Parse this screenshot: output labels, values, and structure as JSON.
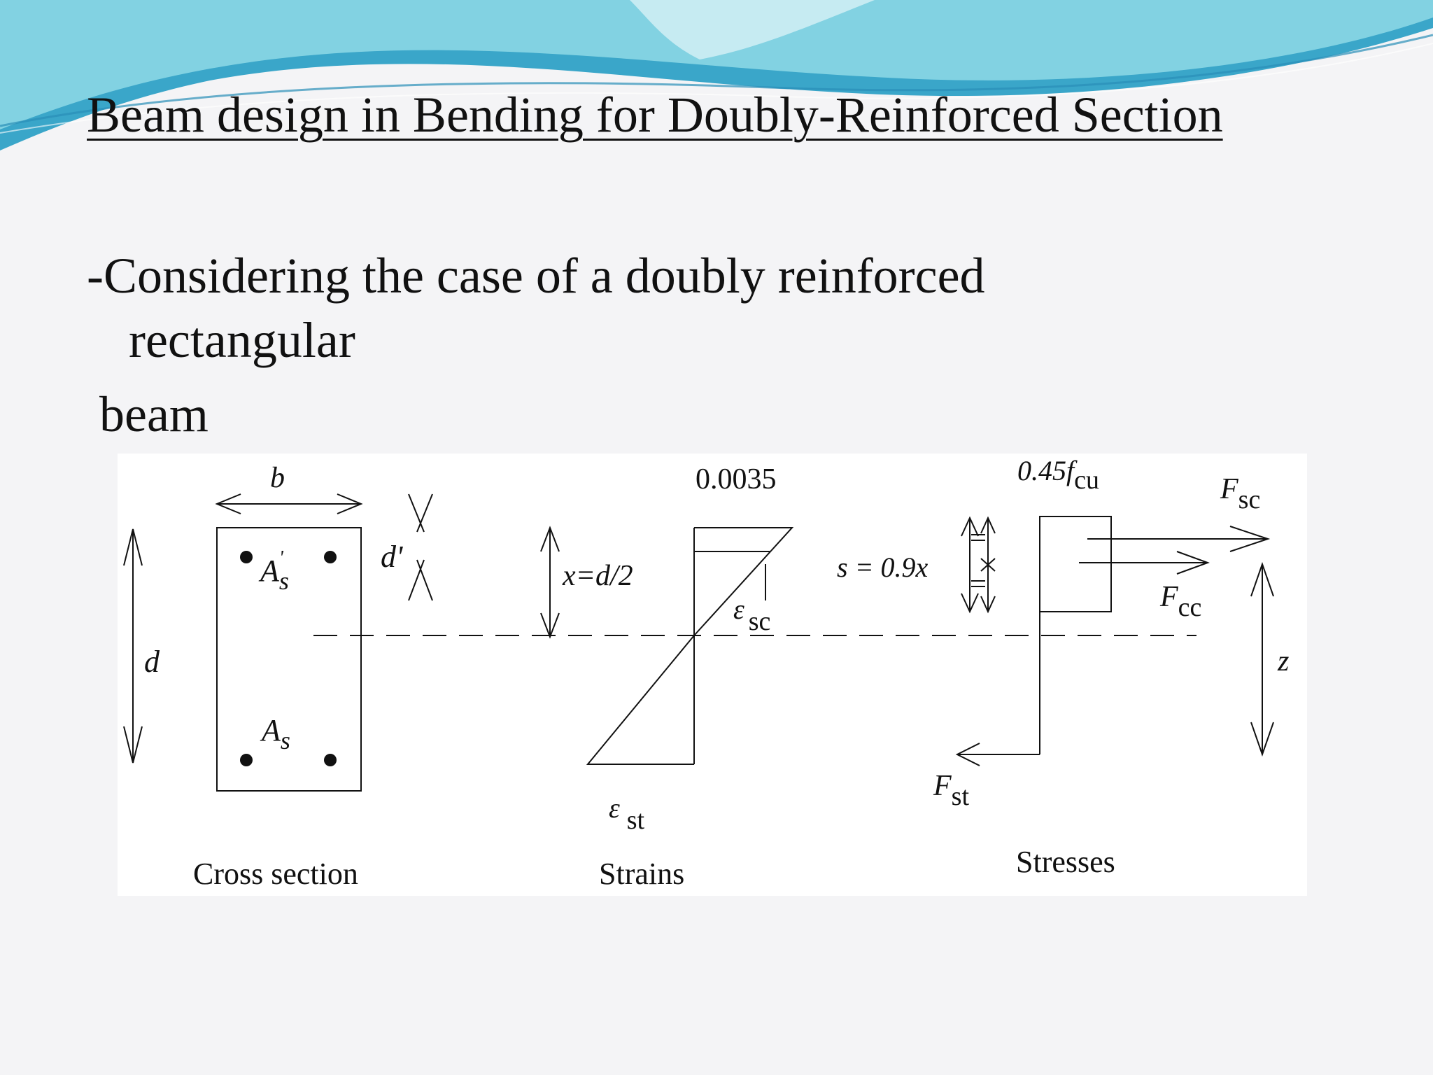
{
  "slide": {
    "title": "Beam design in Bending for Doubly-Reinforced Section",
    "body_lines": [
      "-Considering the case of a doubly reinforced",
      "rectangular",
      "beam"
    ],
    "colors": {
      "background": "#f4f4f6",
      "wave_dark": "#2a8fb8",
      "wave_light": "#8fd9e6",
      "text": "#111111"
    }
  },
  "figure": {
    "cross_section": {
      "caption": "Cross section",
      "width_label": "b",
      "depth_label": "d",
      "cover_label": "d'",
      "top_steel_label": "A",
      "top_steel_sub": "s",
      "top_steel_prime": "'",
      "bottom_steel_label": "A",
      "bottom_steel_sub": "s"
    },
    "strains": {
      "caption": "Strains",
      "top_value": "0.0035",
      "neutral_axis_label": "x=d/2",
      "compression_strain_symbol": "ε",
      "compression_strain_sub": "sc",
      "tension_strain_symbol": "ε",
      "tension_strain_sub": "st"
    },
    "stresses": {
      "caption": "Stresses",
      "stress_block_label": "0.45f",
      "stress_block_sub": "cu",
      "block_depth_label": "s = 0.9x",
      "compression_steel_force": "F",
      "compression_steel_force_sub": "sc",
      "concrete_force": "F",
      "concrete_force_sub": "cc",
      "tension_force": "F",
      "tension_force_sub": "st",
      "lever_arm_label": "z"
    }
  }
}
